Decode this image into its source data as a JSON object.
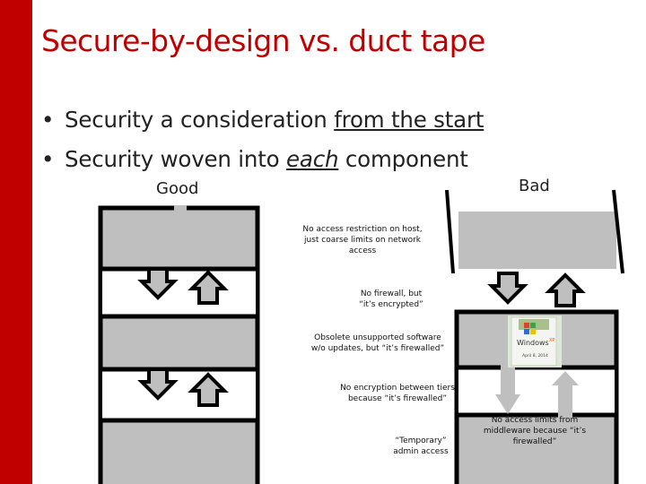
{
  "slide": {
    "title": "Secure-by-design vs. duct tape",
    "bullets": [
      {
        "pre": "Security a consideration ",
        "em": "from the start",
        "post": ""
      },
      {
        "pre": "Security woven into ",
        "em": "each",
        "post": " component"
      }
    ]
  },
  "diagram": {
    "good_label": "Good",
    "bad_label": "Bad",
    "notes": [
      "No access restriction on host,\njust coarse limits on network access",
      "No firewall, but\n“it’s encrypted”",
      "Obsolete unsupported software\nw/o updates, but “it’s firewalled”",
      "No encryption between tiers\nbecause “it’s firewalled”",
      "No access limits from\nmiddleware because “it’s firewalled”",
      "“Temporary”\nadmin access"
    ],
    "winxp": {
      "brand": "Windows",
      "version": "XP",
      "date": "April 8, 2014"
    }
  },
  "colors": {
    "accent": "#c00000",
    "block": "#bfbfbf",
    "frame": "#000000"
  }
}
